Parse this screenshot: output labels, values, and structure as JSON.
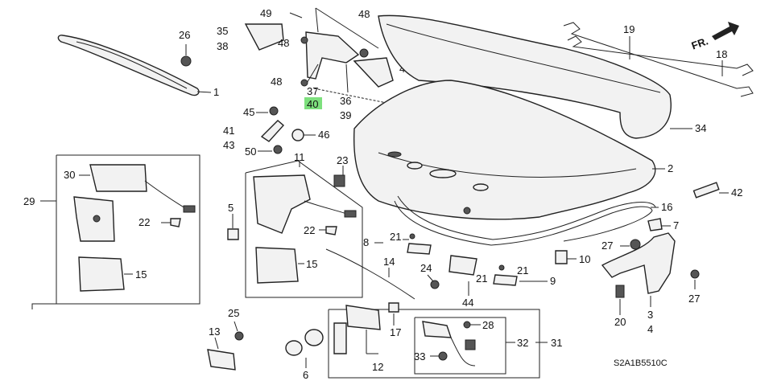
{
  "diagram_code": "S2A1B5510C",
  "direction_label": "FR.",
  "callouts": {
    "c1": "1",
    "c2": "2",
    "c3": "3",
    "c4": "4",
    "c5": "5",
    "c6": "6",
    "c7": "7",
    "c8": "8",
    "c9": "9",
    "c10": "10",
    "c11": "11",
    "c12": "12",
    "c13": "13",
    "c14": "14",
    "c15a": "15",
    "c15b": "15",
    "c16": "16",
    "c17": "17",
    "c18": "18",
    "c19": "19",
    "c20": "20",
    "c21a": "21",
    "c21b": "21",
    "c21c": "21",
    "c22a": "22",
    "c22b": "22",
    "c23": "23",
    "c24": "24",
    "c25": "25",
    "c26": "26",
    "c27a": "27",
    "c27b": "27",
    "c28": "28",
    "c29": "29",
    "c30": "30",
    "c31": "31",
    "c32": "32",
    "c33": "33",
    "c34": "34",
    "c35": "35",
    "c36": "36",
    "c37": "37",
    "c38": "38",
    "c39": "39",
    "c40": "40",
    "c41": "41",
    "c42": "42",
    "c43": "43",
    "c44": "44",
    "c45": "45",
    "c46": "46",
    "c47": "47",
    "c48a": "48",
    "c48b": "48",
    "c48c": "48",
    "c49": "49",
    "c50": "50"
  },
  "highlight_color": "#7de07d"
}
